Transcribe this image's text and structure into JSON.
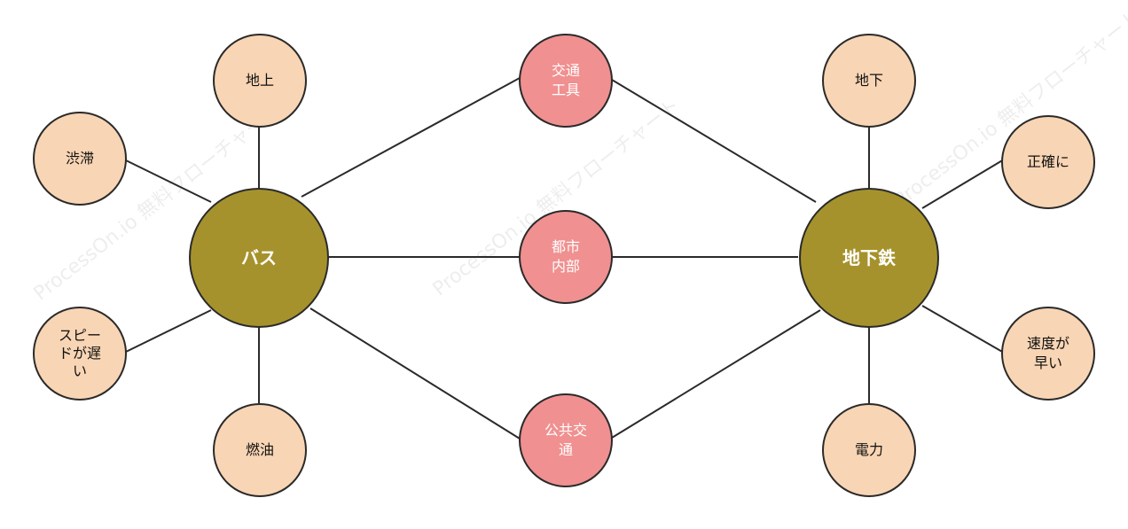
{
  "colors": {
    "hub_fill": "#a6922c",
    "center_fill": "#f09090",
    "leaf_fill": "#f8d5b4",
    "stroke": "#2a2a2a"
  },
  "watermark": "ProcessOn.io 無料フローチャート",
  "nodes": {
    "bus": {
      "label": "バス"
    },
    "subway": {
      "label": "地下鉄"
    },
    "transport_tool": {
      "label_lines": [
        "交通",
        "工具"
      ]
    },
    "inner_city": {
      "label_lines": [
        "都市",
        "内部"
      ]
    },
    "public_transport": {
      "label_lines": [
        "公共交",
        "通"
      ]
    },
    "ground": {
      "label": "地上"
    },
    "traffic_jam": {
      "label": "渋滞"
    },
    "slow_speed": {
      "label_lines": [
        "スピー",
        "ドが遅",
        "い"
      ]
    },
    "fuel": {
      "label": "燃油"
    },
    "underground": {
      "label": "地下"
    },
    "accurate": {
      "label": "正確に"
    },
    "fast_speed": {
      "label_lines": [
        "速度が",
        "早い"
      ]
    },
    "electricity": {
      "label": "電力"
    }
  }
}
